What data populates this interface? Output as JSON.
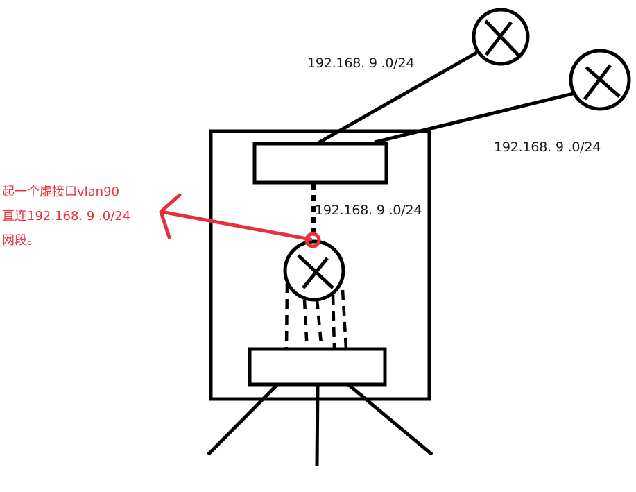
{
  "labels": {
    "link_top": "192.168. 9 .0/24",
    "link_right": "192.168. 9 .0/24",
    "link_inner": "192.168. 9 .0/24"
  },
  "annotation": {
    "line1": "起一个虚接口vlan90",
    "line2": "直连192.168. 9 .0/24",
    "line3": "网段。",
    "color": "#e8303a"
  },
  "nodes": {
    "external_router_1": "router-icon",
    "external_router_2": "router-icon",
    "internal_router": "router-icon",
    "upper_switch": "switch-box",
    "lower_switch": "switch-box",
    "device_frame": "chassis-box"
  },
  "colors": {
    "stroke": "#000000",
    "annotation": "#e8303a"
  }
}
